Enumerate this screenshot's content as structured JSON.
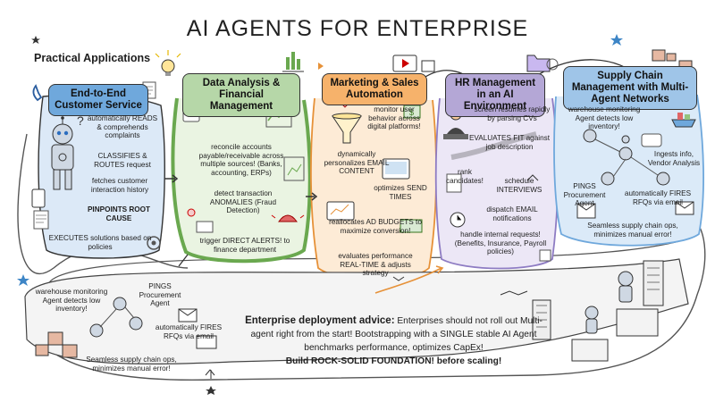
{
  "title": "AI AGENTS FOR ENTERPRISE",
  "subtitle": "Practical Applications",
  "colors": {
    "customer": "#6fa8dc",
    "finance": "#b6d7a8",
    "marketing": "#f6b26b",
    "hr": "#b4a7d6",
    "supply": "#9fc5e8",
    "finance_loop": "#6aa84f"
  },
  "customer_service": {
    "header": "End-to-End Customer Service",
    "s1": "automatically READS & comprehends complaints",
    "s2": "CLASSIFIES & ROUTES request",
    "s3": "fetches customer interaction history",
    "s4": "PINPOINTS ROOT CAUSE",
    "s5": "EXECUTES solutions based on policies"
  },
  "finance": {
    "header": "Data Analysis & Financial Management",
    "s1": "reconcile accounts payable/receivable across multiple sources! (Banks, accounting, ERPs)",
    "s2": "detect transaction ANOMALIES (Fraud Detection)",
    "s3": "trigger DIRECT ALERTS! to finance department"
  },
  "marketing": {
    "header": "Marketing & Sales Automation",
    "s1": "monitor user behavior across digital platforms!",
    "s2": "dynamically personalizes EMAIL CONTENT",
    "s3": "optimizes SEND TIMES",
    "s4": "reallocates AD BUDGETS to maximize conversion!",
    "s5": "evaluates performance REAL-TIME & adjusts strategy"
  },
  "hr": {
    "header": "HR Management in an AI Environment",
    "s1": "screen resumes rapidly by parsing CVs",
    "s2": "EVALUATES FIT against job description",
    "s3": "rank candidates!",
    "s4": "schedule INTERVIEWS",
    "s5": "dispatch EMAIL notifications",
    "s6": "handle internal requests! (Benefits, Insurance, Payroll policies)"
  },
  "supply_chain": {
    "header": "Supply Chain Management with Multi-Agent Networks",
    "s1": "warehouse monitoring Agent detects low inventory!",
    "s2": "Ingests info, Vendor Analysis",
    "s3": "PINGS Procurement Agent",
    "s4": "automatically FIRES RFQs via email",
    "s5": "Seamless supply chain ops, minimizes manual error!"
  },
  "bottom": {
    "s1": "warehouse monitoring Agent detects low inventory!",
    "s2": "PINGS Procurement Agent",
    "s3": "automatically FIRES RFQs via email",
    "s4": "Seamless supply chain ops, minimizes manual error!",
    "advice_lead": "Enterprise deployment advice:",
    "advice_text": "Enterprises should not roll out Multi-agent right from the start! Bootstrapping with a SINGLE stable AI Agent benchmarks performance, optimizes CapEx!",
    "advice_final": "Build ROCK-SOLID FOUNDATION! before scaling!"
  },
  "icons": [
    "phone-icon",
    "lightbulb-icon",
    "robot-icon",
    "chart-icon",
    "funnel-icon",
    "folder-icon",
    "clock-icon",
    "envelope-icon",
    "server-icon",
    "box-icon",
    "ship-icon",
    "building-icon",
    "star-icon",
    "alarm-icon"
  ]
}
